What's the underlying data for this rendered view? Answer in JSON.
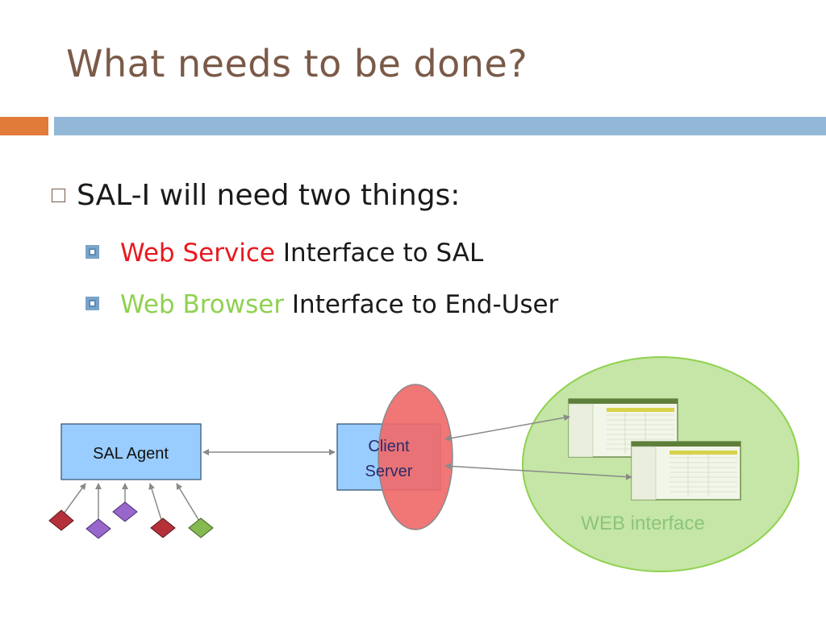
{
  "slide": {
    "title": "What needs to be done?",
    "bullet_main": "SAL-I will need two things:",
    "sub_items": [
      {
        "highlight": "Web Service",
        "highlight_color": "#e8191e",
        "rest": " Interface to SAL"
      },
      {
        "highlight": "Web Browser",
        "highlight_color": "#8fd14f",
        "rest": " Interface to End-User"
      }
    ]
  },
  "diagram": {
    "sal_agent_label": "SAL Agent",
    "client_server_line1": "Client",
    "client_server_line2": "Server",
    "web_interface_label": "WEB interface",
    "colors": {
      "box_fill": "#99ccff",
      "ellipse_red": "#f06a6a",
      "ellipse_green": "#c5e6a6",
      "web_label": "#8bc57a",
      "diamond_red": "#b5313a",
      "diamond_purple": "#9966cc",
      "diamond_green": "#86b94f"
    }
  }
}
